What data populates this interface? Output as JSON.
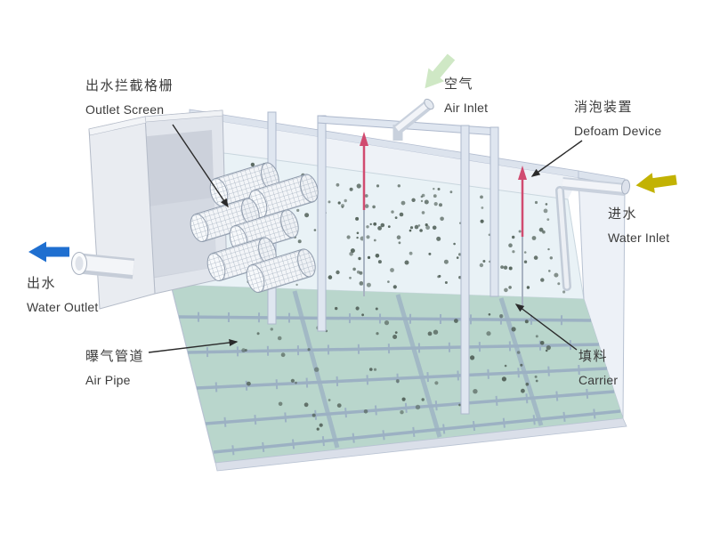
{
  "labels": {
    "outlet_screen": {
      "zh": "出水拦截格栅",
      "en": "Outlet Screen"
    },
    "air_inlet": {
      "zh": "空气",
      "en": "Air Inlet"
    },
    "defoam_device": {
      "zh": "消泡装置",
      "en": "Defoam Device"
    },
    "water_inlet": {
      "zh": "进水",
      "en": "Water Inlet"
    },
    "water_outlet": {
      "zh": "出水",
      "en": "Water Outlet"
    },
    "air_pipe": {
      "zh": "曝气管道",
      "en": "Air Pipe"
    },
    "carrier": {
      "zh": "填料",
      "en": "Carrier"
    }
  },
  "colors": {
    "water_outlet_arrow": "#1f6fd0",
    "water_inlet_arrow": "#c2b203",
    "air_inlet_arrow": "#cfe8c5",
    "defoam_arrow": "#d14b70",
    "leader_arrow": "#2a2a2a",
    "water_surface": "#e9f2f6",
    "tank_floor": "#b9d6cc",
    "carrier_dot": "#55645c"
  }
}
